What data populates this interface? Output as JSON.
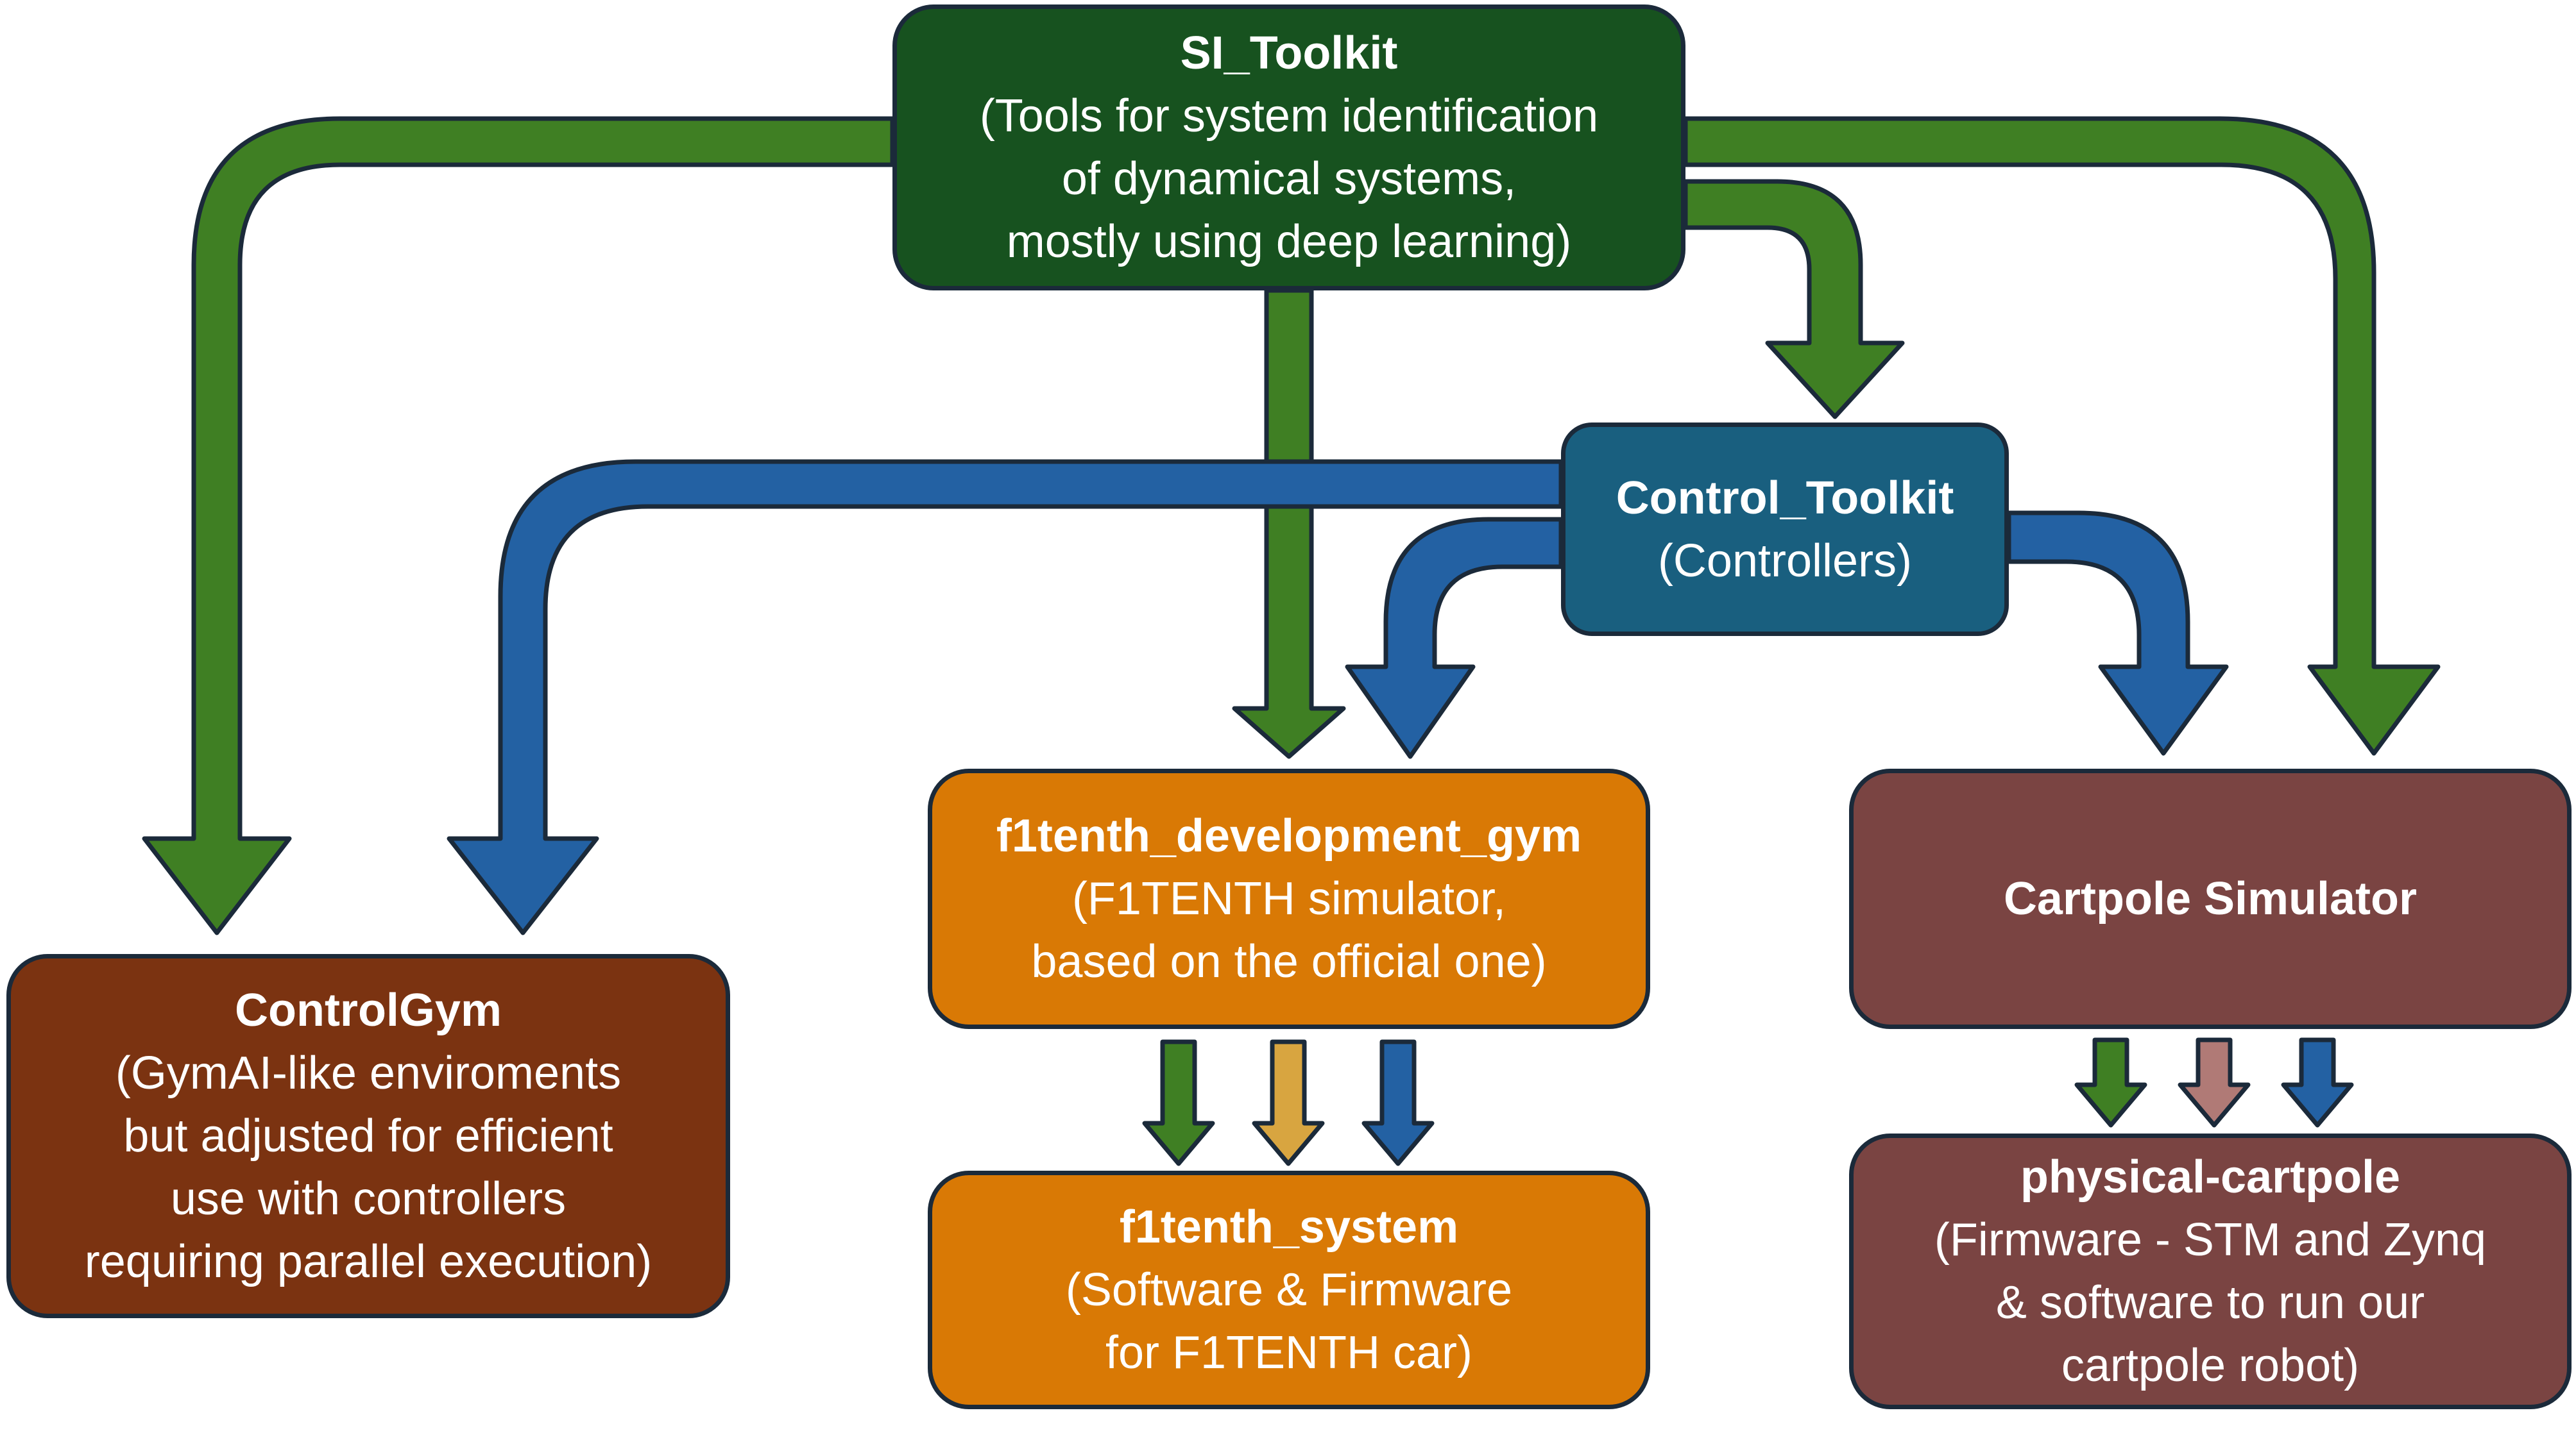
{
  "colors": {
    "green_arrow": "#3f7f23",
    "blue_arrow": "#2361a3",
    "orange_arrow": "#d8a540",
    "mauve_arrow": "#b07a76",
    "arrow_outline": "#1b2a3a"
  },
  "nodes": {
    "si_toolkit": {
      "title": "SI_Toolkit",
      "desc": "(Tools for system identification\nof dynamical systems,\nmostly using deep learning)"
    },
    "control_toolkit": {
      "title": "Control_Toolkit",
      "desc": "(Controllers)"
    },
    "controlgym": {
      "title": "ControlGym",
      "desc": "(GymAI-like enviroments\nbut adjusted for efficient\nuse with controllers\nrequiring parallel execution)"
    },
    "f1tenth_dev_gym": {
      "title": "f1tenth_development_gym",
      "desc": "(F1TENTH simulator,\nbased on the official one)"
    },
    "f1tenth_system": {
      "title": "f1tenth_system",
      "desc": "(Software & Firmware\nfor F1TENTH car)"
    },
    "cartpole_simulator": {
      "title": "Cartpole Simulator"
    },
    "physical_cartpole": {
      "title": "physical-cartpole",
      "desc": "(Firmware - STM and Zynq\n& software to run our\ncartpole robot)"
    }
  }
}
